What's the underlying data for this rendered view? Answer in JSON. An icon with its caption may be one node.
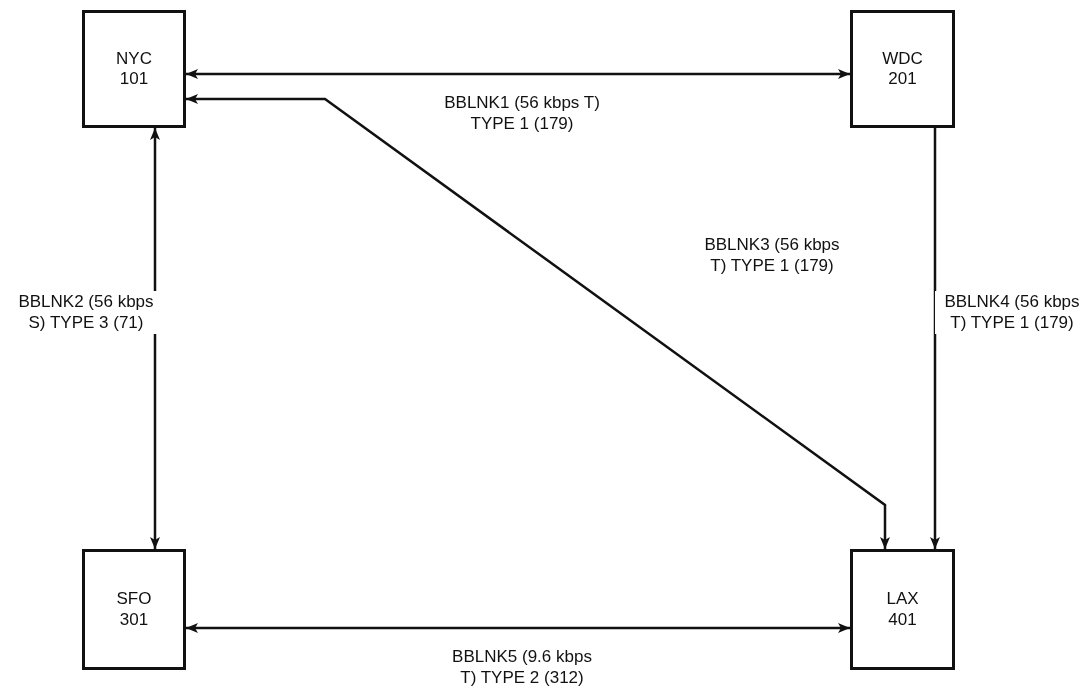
{
  "diagram": {
    "nodes": [
      {
        "text": [
          "NYC 101"
        ]
      },
      {
        "text": [
          "WDC 201"
        ]
      },
      {
        "text": [
          "SFO 301"
        ]
      },
      {
        "text": [
          "LAX 401"
        ]
      }
    ],
    "edges": [
      {
        "from": 0,
        "to": 1,
        "arrow": "both",
        "label": "BBLNK1 (56 kbps T) TYPE 1 (179)"
      },
      {
        "from": 0,
        "to": 3,
        "arrow": "both",
        "label": "BBLNK3 (56 kbps T) TYPE 1 (179)"
      },
      {
        "from": 0,
        "to": 2,
        "arrow": "both",
        "label": "BBLNK2 (56 kbps S) TYPE 3 (71)"
      },
      {
        "from": 1,
        "to": 3,
        "arrow": "to",
        "label": "BBLNK4 (56 kbps T) TYPE 1 (179)"
      },
      {
        "from": 2,
        "to": 3,
        "arrow": "both",
        "label": "BBLNK5 (9.6 kbps T) TYPE 2 (312)"
      }
    ]
  }
}
